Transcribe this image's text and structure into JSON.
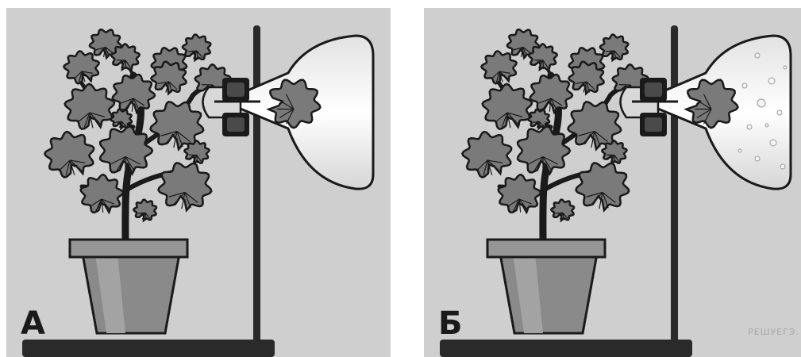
{
  "panels": [
    {
      "id": "A",
      "label": "А",
      "flask_contents": "clear"
    },
    {
      "id": "B",
      "label": "Б",
      "flask_contents": "bubbles"
    }
  ],
  "watermark": "РЕШУЕГЭ.",
  "colors": {
    "background": "#cfcfcf",
    "leaf_fill": "#7a7a7a",
    "leaf_outline": "#1a1a1a",
    "pot": "#8a8a8a",
    "stand": "#2a2a2a"
  }
}
